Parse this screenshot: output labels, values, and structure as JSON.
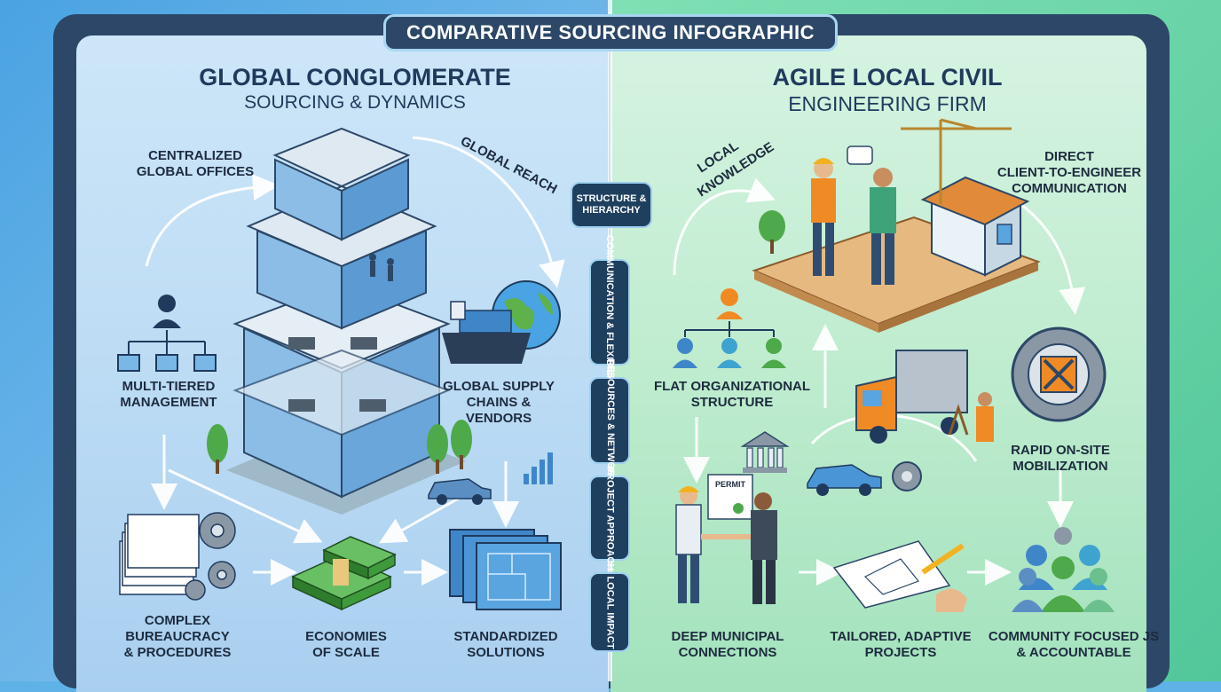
{
  "header": {
    "title": "COMPARATIVE SOURCING INFOGRAPHIC"
  },
  "left": {
    "title_line1": "GLOBAL CONGLOMERATE",
    "title_line2": "SOURCING & DYNAMICS",
    "arc_label": "GLOBAL REACH",
    "labels": {
      "offices": [
        "CENTRALIZED",
        "GLOBAL OFFICES"
      ],
      "management": [
        "MULTI-TIERED",
        "MANAGEMENT"
      ],
      "supply": [
        "GLOBAL SUPPLY",
        "CHAINS & VENDORS"
      ],
      "bureaucracy": [
        "COMPLEX",
        "BUREAUCRACY",
        "& PROCEDURES"
      ],
      "economies": [
        "ECONOMIES",
        "OF SCALE"
      ],
      "standardized": [
        "STANDARDIZED",
        "SOLUTIONS"
      ]
    }
  },
  "center": {
    "pills": [
      "STRUCTURE & HIERARCHY",
      "COMMUNICATION & FLEXIBILITY",
      "RESOURCES & NETWORK",
      "PROJECT APPROACH",
      "LOCAL IMPACT"
    ]
  },
  "right": {
    "title_line1": "AGILE LOCAL CIVIL",
    "title_line2": "ENGINEERING FIRM",
    "arc_label_line1": "LOCAL",
    "arc_label_line2": "KNOWLEDGE",
    "permit_text": "PERMIT",
    "labels": {
      "communication": [
        "DIRECT",
        "CLIENT-TO-ENGINEER",
        "COMMUNICATION"
      ],
      "flat": [
        "FLAT ORGANIZATIONAL",
        "STRUCTURE"
      ],
      "mobilization": [
        "RAPID ON-SITE",
        "MOBILIZATION"
      ],
      "municipal": [
        "DEEP MUNICIPAL",
        "CONNECTIONS"
      ],
      "tailored": [
        "TAILORED, ADAPTIVE",
        "PROJECTS"
      ],
      "community": [
        "COMMUNITY FOCUSED JS",
        "& ACCOUNTABLE"
      ]
    }
  },
  "colors": {
    "navy": "#2c4767",
    "left_bg": "#bddcf4",
    "right_bg": "#bfeccf",
    "glass": "#5a9fd6",
    "money": "#3f9a3c",
    "orange": "#f08a24"
  }
}
